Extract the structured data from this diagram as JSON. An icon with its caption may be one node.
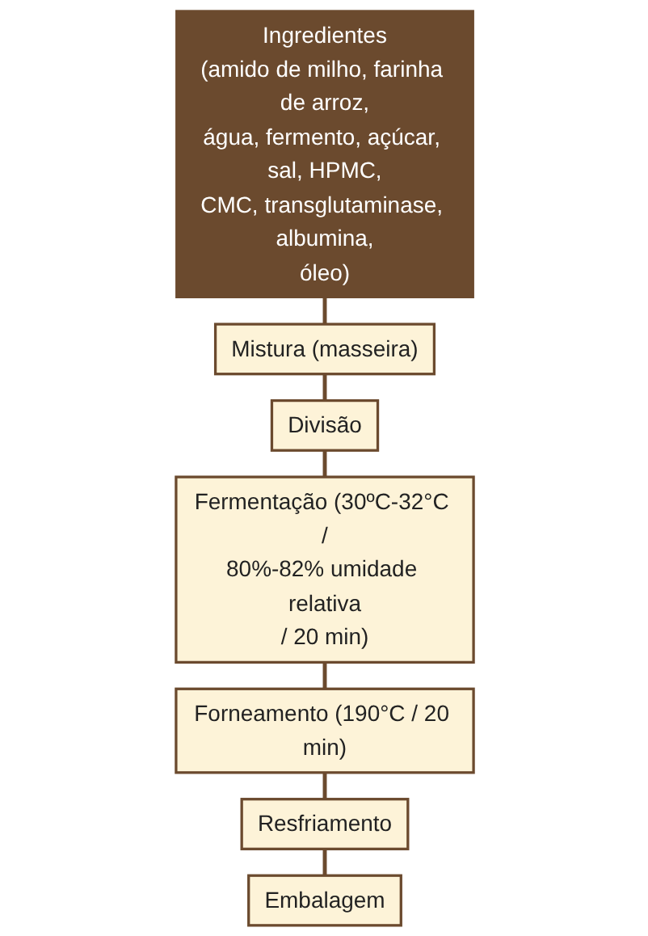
{
  "diagram": {
    "nodes": [
      {
        "text": [
          "Ingredientes",
          "(amido de milho, farinha de arroz, água, fermento, açúcar, sal, HPMC, CMC, transglutaminase, albumina, óleo)"
        ]
      },
      {
        "text": [
          "Mistura (masseira)"
        ]
      },
      {
        "text": [
          "Divisão"
        ]
      },
      {
        "text": [
          "Fermentação (30ºC-32°C / 80%-82% umidade relativa / 20 min)"
        ]
      },
      {
        "text": [
          "Forneamento (190°C / 20 min)"
        ]
      },
      {
        "text": [
          "Resfriamento"
        ]
      },
      {
        "text": [
          "Embalagem"
        ]
      }
    ],
    "edges": [
      {
        "from": 0,
        "to": 1,
        "arrow": "none"
      },
      {
        "from": 1,
        "to": 2,
        "arrow": "none"
      },
      {
        "from": 2,
        "to": 3,
        "arrow": "none"
      },
      {
        "from": 3,
        "to": 4,
        "arrow": "none"
      },
      {
        "from": 4,
        "to": 5,
        "arrow": "none"
      },
      {
        "from": 5,
        "to": 6,
        "arrow": "none"
      }
    ]
  }
}
